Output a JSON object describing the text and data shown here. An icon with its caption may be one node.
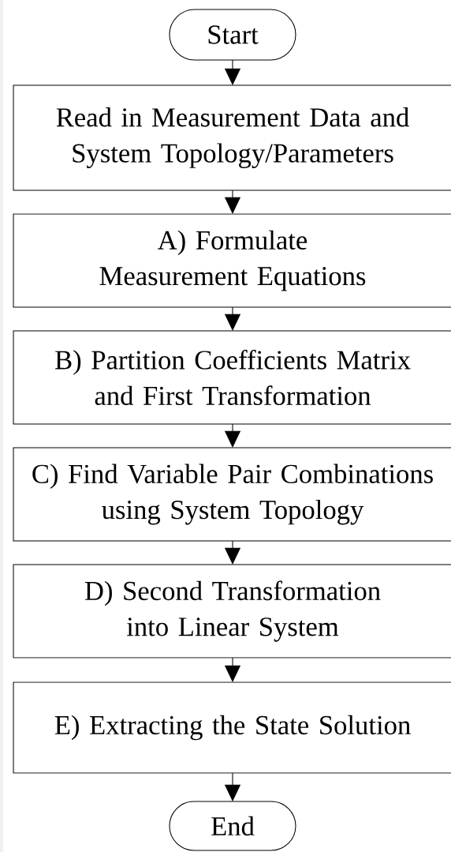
{
  "diagram": {
    "nodes": [
      {
        "text": [
          "Start"
        ]
      },
      {
        "text": [
          "Read in Measurement Data and System Topology/Parameters"
        ]
      },
      {
        "text": [
          "A) Formulate Measurement Equations"
        ]
      },
      {
        "text": [
          "B) Partition Coefficients Matrix and First Transformation"
        ]
      },
      {
        "text": [
          "C) Find Variable Pair Combinations using System Topology"
        ]
      },
      {
        "text": [
          "D) Second Transformation into Linear System"
        ]
      },
      {
        "text": [
          "E) Extracting the State Solution"
        ]
      },
      {
        "text": [
          "End"
        ]
      }
    ],
    "edges": [
      {
        "from": 0,
        "to": 1,
        "arrow": "to"
      },
      {
        "from": 1,
        "to": 2,
        "arrow": "to"
      },
      {
        "from": 2,
        "to": 3,
        "arrow": "to"
      },
      {
        "from": 3,
        "to": 4,
        "arrow": "to"
      },
      {
        "from": 4,
        "to": 5,
        "arrow": "to"
      },
      {
        "from": 5,
        "to": 6,
        "arrow": "to"
      },
      {
        "from": 6,
        "to": 7,
        "arrow": "to"
      }
    ]
  }
}
